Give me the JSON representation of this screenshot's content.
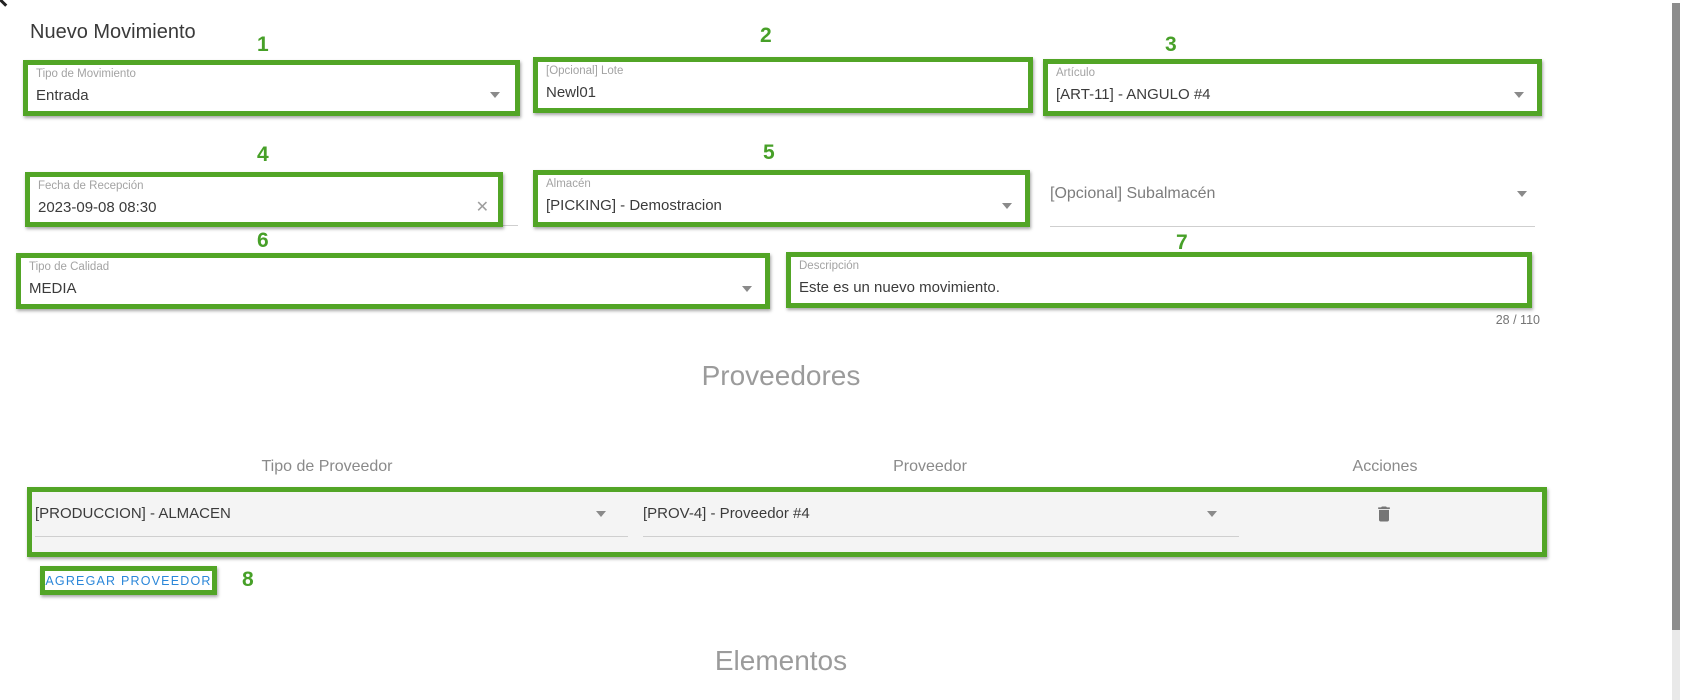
{
  "page": {
    "title": "Nuevo Movimiento"
  },
  "annotations": {
    "color": "#52a526",
    "n1": "1",
    "n2": "2",
    "n3": "3",
    "n4": "4",
    "n5": "5",
    "n6": "6",
    "n7": "7",
    "n8": "8"
  },
  "fields": {
    "tipo_movimiento": {
      "label": "Tipo de Movimiento",
      "value": "Entrada"
    },
    "lote": {
      "label": "[Opcional] Lote",
      "value": "Newl01"
    },
    "articulo": {
      "label": "Artículo",
      "value": "[ART-11] - ANGULO #4"
    },
    "fecha_recepcion": {
      "label": "Fecha de Recepción",
      "value": "2023-09-08 08:30",
      "clear_icon": "✕"
    },
    "almacen": {
      "label": "Almacén",
      "value": "[PICKING] - Demostracion"
    },
    "subalmacen": {
      "placeholder": "[Opcional] Subalmacén"
    },
    "tipo_calidad": {
      "label": "Tipo de Calidad",
      "value": "MEDIA"
    },
    "descripcion": {
      "label": "Descripción",
      "value": "Este es un nuevo movimiento.",
      "char_counter": "28 / 110"
    }
  },
  "proveedores": {
    "heading": "Proveedores",
    "columns": [
      "Tipo de Proveedor",
      "Proveedor",
      "Acciones"
    ],
    "rows": [
      {
        "tipo_proveedor": "[PRODUCCION] - ALMACEN",
        "proveedor": "[PROV-4] - Proveedor #4"
      }
    ],
    "add_button_label": "AGREGAR PROVEEDOR"
  },
  "elementos": {
    "heading": "Elementos"
  }
}
